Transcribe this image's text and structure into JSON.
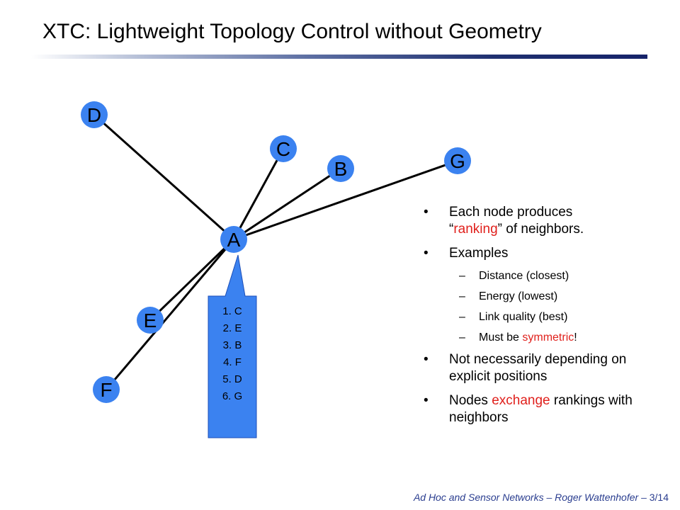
{
  "title": "XTC: Lightweight Topology Control without Geometry",
  "colors": {
    "node_fill": "#3b82f0",
    "edge": "#000000",
    "highlight": "#e0201c",
    "footer": "#2a3d8f"
  },
  "nodes": [
    {
      "id": "D",
      "label": "D"
    },
    {
      "id": "C",
      "label": "C"
    },
    {
      "id": "B",
      "label": "B"
    },
    {
      "id": "G",
      "label": "G"
    },
    {
      "id": "A",
      "label": "A"
    },
    {
      "id": "E",
      "label": "E"
    },
    {
      "id": "F",
      "label": "F"
    }
  ],
  "edges": [
    {
      "from": "A",
      "to": "D"
    },
    {
      "from": "A",
      "to": "C"
    },
    {
      "from": "A",
      "to": "B"
    },
    {
      "from": "A",
      "to": "G"
    },
    {
      "from": "A",
      "to": "E"
    },
    {
      "from": "A",
      "to": "F"
    }
  ],
  "ranking_callout": {
    "items": [
      "1. C",
      "2. E",
      "3. B",
      "4. F",
      "5. D",
      "6. G"
    ]
  },
  "bullets": {
    "b1_line1": "Each node produces",
    "b1_quote_open": "“",
    "b1_red": "ranking",
    "b1_rest": "” of neighbors.",
    "b2": "Examples",
    "sub1": "Distance (closest)",
    "sub2": "Energy (lowest)",
    "sub3": "Link quality (best)",
    "sub4_pre": "Must be ",
    "sub4_red": "symmetric",
    "sub4_post": "!",
    "b3": "Not necessarily depending on explicit positions",
    "b4_pre": "Nodes ",
    "b4_red": "exchange",
    "b4_post": " rankings with neighbors"
  },
  "footer": {
    "text": "Ad Hoc and Sensor Networks   –   Roger Wattenhofer   –",
    "page": "3/14"
  }
}
